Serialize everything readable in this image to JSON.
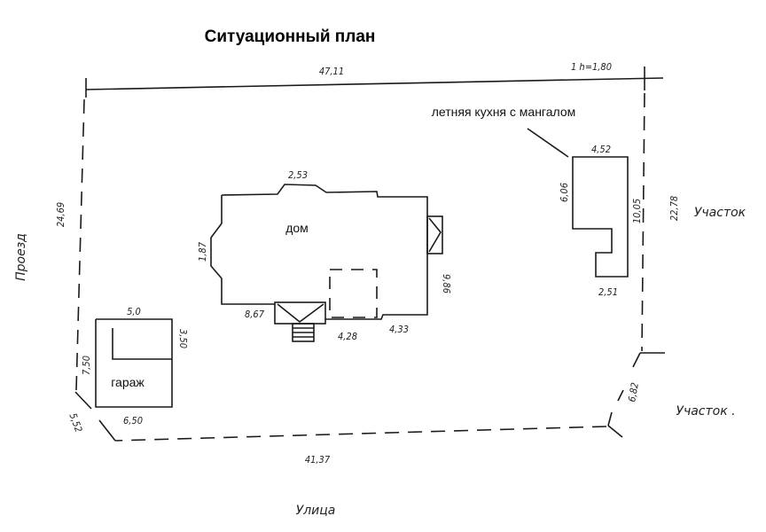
{
  "title": "Ситуационный план",
  "buildings": {
    "house": "дом",
    "garage": "гараж",
    "kitchen": "летняя кухня с мангалом"
  },
  "neighbors": {
    "right_top": "Участок",
    "right_bottom": "Участок .",
    "left": "Проезд",
    "bottom": "Улица"
  },
  "dimensions": {
    "top": "47,11",
    "top_height": "1 h=1,80",
    "left": "24,69",
    "right": "22,78",
    "right_diag": "6,82",
    "bottom": "41,37",
    "bottom_left_diag": "5,52",
    "house_top": "2,53",
    "house_left": "1,87",
    "house_right": "9,86",
    "house_bottom_left": "8,67",
    "house_bottom_mid": "4,28",
    "house_bottom_right": "4,33",
    "garage_top": "5,0",
    "garage_inner": "3,50",
    "garage_left": "7,50",
    "garage_bottom": "6,50",
    "kitchen_top": "4,52",
    "kitchen_left": "6,06",
    "kitchen_right": "10,05",
    "kitchen_bottom": "2,51"
  }
}
